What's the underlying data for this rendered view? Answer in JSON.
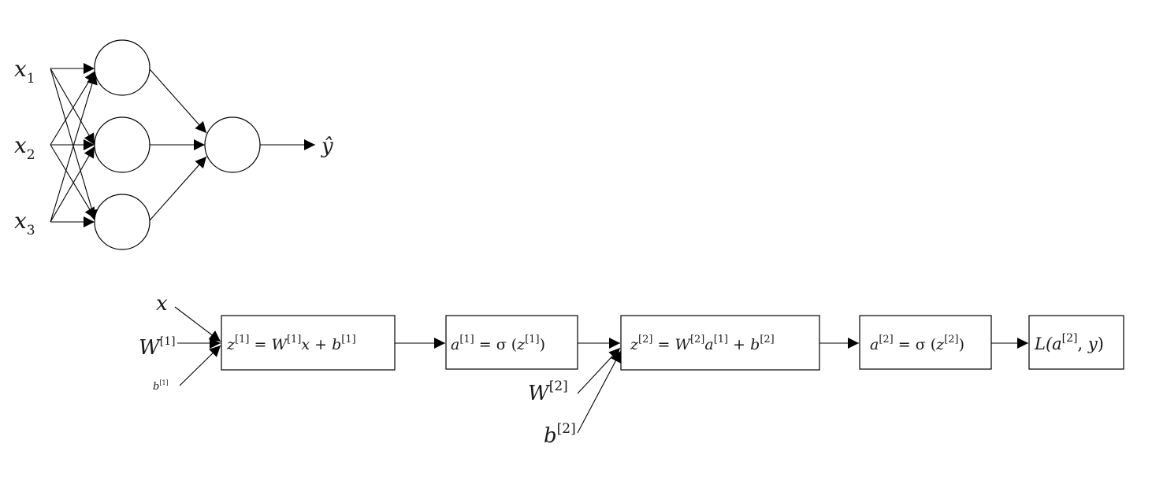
{
  "network": {
    "inputs": [
      {
        "base": "x",
        "sub": "1"
      },
      {
        "base": "x",
        "sub": "2"
      },
      {
        "base": "x",
        "sub": "3"
      }
    ],
    "hidden_units": 3,
    "output_units": 1,
    "output_label": "ŷ"
  },
  "graph": {
    "input_x": "x",
    "input_W1": {
      "base": "W",
      "sup": "[1]"
    },
    "input_b1": {
      "base": "b",
      "sup": "[1]"
    },
    "input_W2": {
      "base": "W",
      "sup": "[2]"
    },
    "input_b2": {
      "base": "b",
      "sup": "[2]"
    },
    "box_z1": {
      "parts": [
        "z",
        "[1]",
        " = ",
        "W",
        "[1]",
        "x + ",
        "b",
        "[1]"
      ]
    },
    "box_a1": {
      "parts": [
        "a",
        "[1]",
        " = σ (",
        "z",
        "[1]",
        ")"
      ]
    },
    "box_z2": {
      "parts": [
        "z",
        "[2]",
        " = ",
        "W",
        "[2]",
        "a",
        "[1]",
        " + ",
        "b",
        "[2]"
      ]
    },
    "box_a2": {
      "parts": [
        "a",
        "[2]",
        " = σ (",
        "z",
        "[2]",
        ")"
      ]
    },
    "box_loss": {
      "parts": [
        "L(",
        "a",
        "[2]",
        ", ",
        "y",
        ")"
      ]
    }
  }
}
